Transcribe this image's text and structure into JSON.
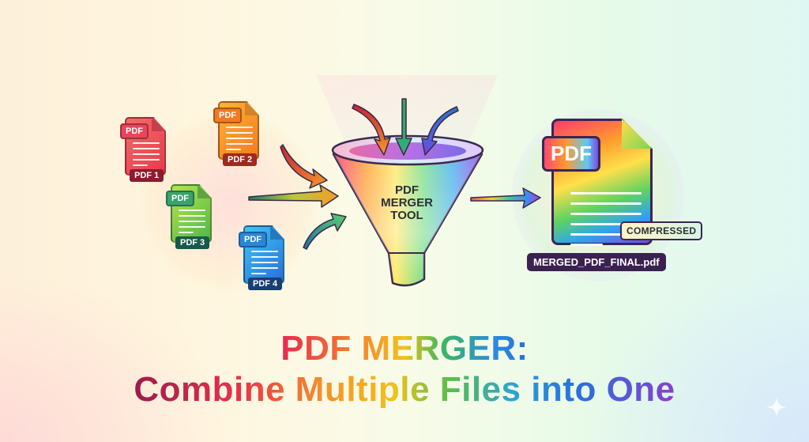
{
  "illustration": {
    "input_files": [
      {
        "tag": "PDF",
        "label": "PDF 1",
        "color": "#e83a4a"
      },
      {
        "tag": "PDF",
        "label": "PDF 2",
        "color": "#f47a1e"
      },
      {
        "tag": "PDF",
        "label": "PDF 3",
        "color": "#4db84a"
      },
      {
        "tag": "PDF",
        "label": "PDF 4",
        "color": "#2a6fdc"
      }
    ],
    "funnel": {
      "line1": "PDF",
      "line2": "MERGER",
      "line3": "TOOL"
    },
    "output_file": {
      "tag": "PDF",
      "badge": "COMPRESSED",
      "filename": "MERGED_PDF_FINAL.pdf"
    },
    "icons": [
      "document-icon",
      "funnel-icon",
      "arrow-icon",
      "sparkle-icon"
    ]
  },
  "headline": {
    "title": "PDF MERGER:",
    "subtitle": "Combine Multiple Files into One"
  },
  "colors": {
    "red": "#e8284f",
    "orange": "#f4902a",
    "yellow": "#f2c21c",
    "green": "#3cb85c",
    "blue": "#2a6fdc",
    "purple": "#8a3fd0",
    "dark_label": "#3b2151"
  }
}
